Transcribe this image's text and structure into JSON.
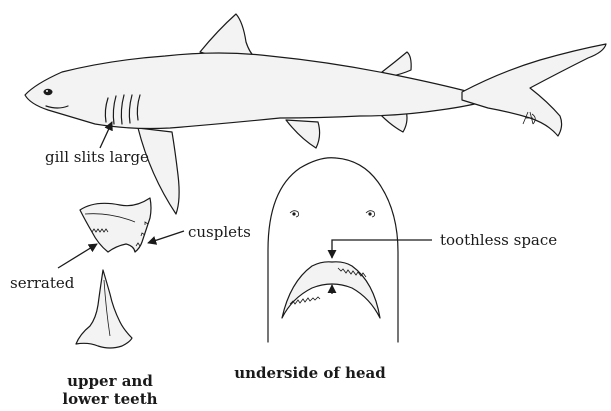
{
  "labels": {
    "gill_slits": "gill slits large",
    "cusplets": "cusplets",
    "serrated": "serrated",
    "toothless_space": "toothless space"
  },
  "captions": {
    "teeth_line1": "upper and",
    "teeth_line2": "lower teeth",
    "head": "underside of head"
  }
}
